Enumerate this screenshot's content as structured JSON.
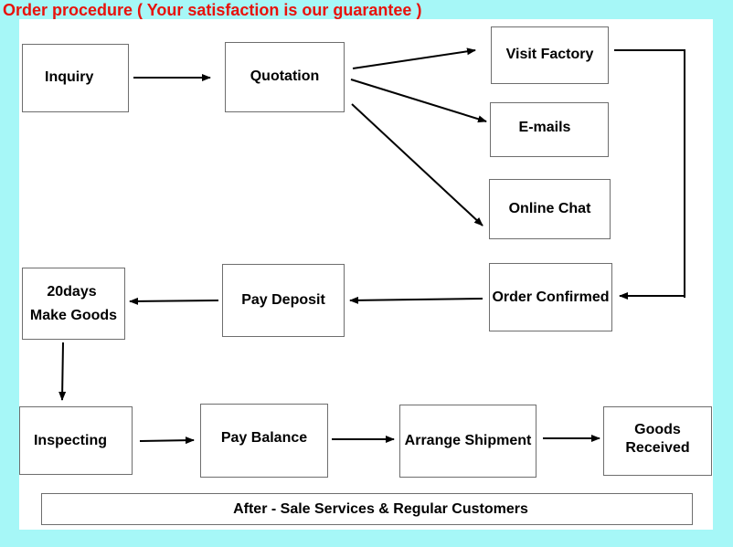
{
  "title": {
    "text": "Order procedure ( Your satisfaction is our guarantee )",
    "color": "#e8120c"
  },
  "colors": {
    "outer_background": "#a6f7f7",
    "panel": "#ffffff",
    "box_border": "#6e6e6e",
    "arrow": "#000000"
  },
  "nodes": {
    "inquiry": "Inquiry",
    "quotation": "Quotation",
    "visit_factory": "Visit Factory",
    "emails": "E-mails",
    "online_chat": "Online Chat",
    "order_confirmed": "Order Confirmed",
    "pay_deposit": "Pay Deposit",
    "make_goods_line1": "20days",
    "make_goods_line2": "Make Goods",
    "inspecting": "Inspecting",
    "pay_balance": "Pay Balance",
    "arrange_shipment": "Arrange Shipment",
    "goods_received_line1": "Goods",
    "goods_received_line2": "Received",
    "after_sale": "After - Sale Services & Regular Customers"
  }
}
